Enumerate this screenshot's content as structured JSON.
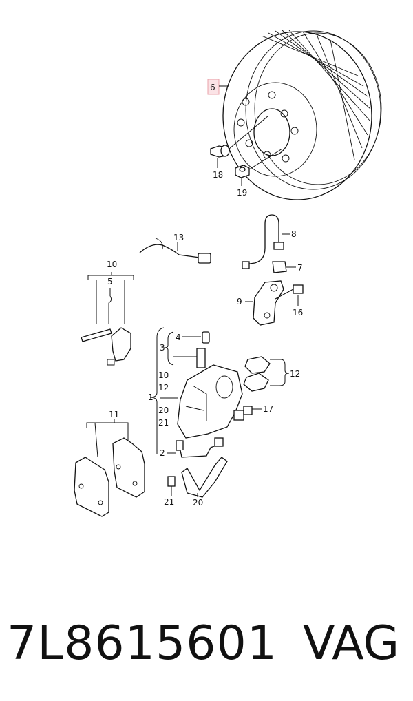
{
  "callouts": {
    "c1": "1",
    "c2": "2",
    "c3": "3",
    "c4": "4",
    "c5": "5",
    "c6": "6",
    "c7": "7",
    "c8": "8",
    "c9": "9",
    "c10a": "10",
    "c10b": "10",
    "c11": "11",
    "c12a": "12",
    "c12b": "12",
    "c13": "13",
    "c16": "16",
    "c17": "17",
    "c18": "18",
    "c19": "19",
    "c20a": "20",
    "c20b": "20",
    "c21a": "21",
    "c21b": "21"
  },
  "footer": {
    "part_number": "7L8615601",
    "brand": "VAG"
  },
  "colors": {
    "highlight": "#e8a0a8",
    "ink": "#111111"
  }
}
